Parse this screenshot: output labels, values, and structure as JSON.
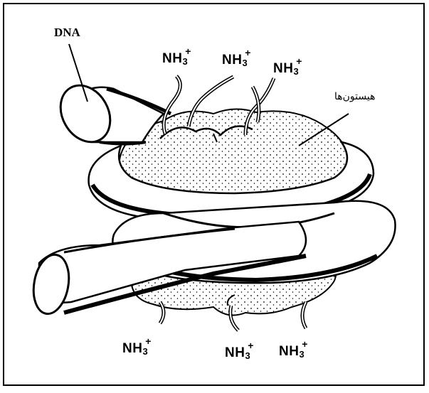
{
  "labels": {
    "dna": "DNA",
    "histones": "هیستون‌ها",
    "nh3_base": "NH",
    "nh3_sub": "3",
    "nh3_charge": "+"
  },
  "colors": {
    "ink": "#000000",
    "paper": "#ffffff",
    "frame": "#000000"
  }
}
